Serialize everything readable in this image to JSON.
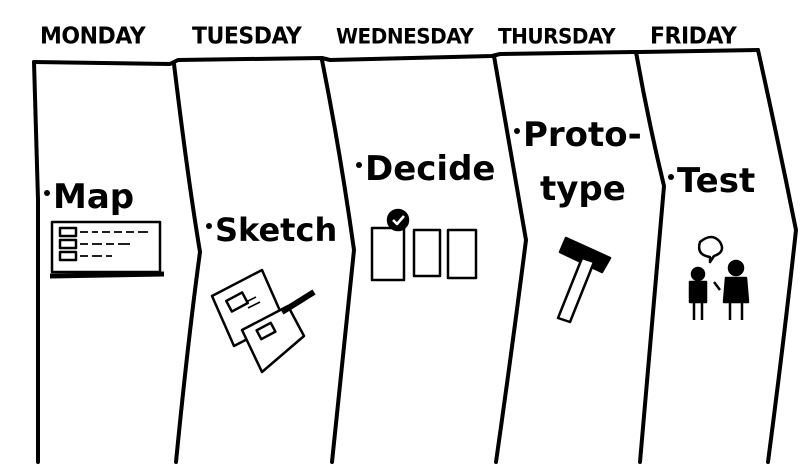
{
  "days": [
    {
      "label": "MONDAY",
      "stage": "Map",
      "icon": "map-board-icon"
    },
    {
      "label": "TUESDAY",
      "stage": "Sketch",
      "icon": "sketch-paper-icon"
    },
    {
      "label": "WEDNESDAY",
      "stage": "Decide",
      "icon": "checkbox-cards-icon"
    },
    {
      "label": "THURSDAY",
      "stage_line1": "Proto-",
      "stage_line2": "type",
      "icon": "hammer-icon"
    },
    {
      "label": "FRIDAY",
      "stage": "Test",
      "icon": "user-interview-icon"
    }
  ],
  "colors": {
    "ink": "#000000",
    "paper": "#ffffff"
  }
}
